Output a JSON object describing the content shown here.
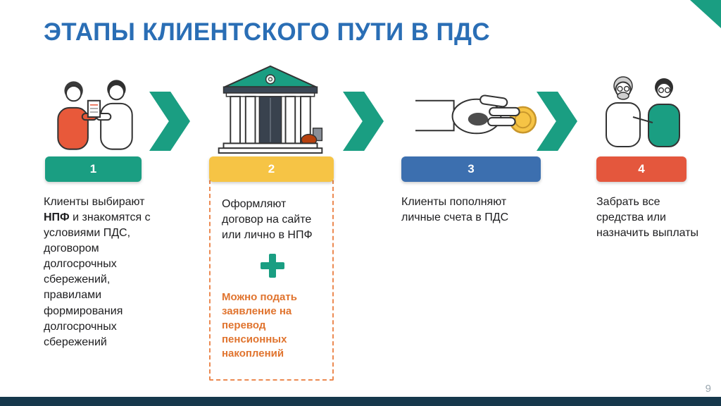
{
  "slide": {
    "title": "ЭТАПЫ КЛИЕНТСКОГО ПУТИ В ПДС",
    "page_number": "9"
  },
  "colors": {
    "title_blue": "#2A6EB5",
    "teal": "#1A9E82",
    "yellow": "#F6C445",
    "blue": "#3C6FAF",
    "red_orange": "#E4573D",
    "note_orange": "#E0742F",
    "dashed_border": "#EC8A52",
    "footer": "#16384C"
  },
  "icons": {
    "stage1": "clients-couple-illustration",
    "stage2": "bank-building-illustration",
    "stage3": "hand-coin-illustration",
    "stage4": "elderly-couple-illustration",
    "between": "chevron-right-icon",
    "plus": "plus-icon",
    "corner": "corner-triangle-decoration"
  },
  "stages": [
    {
      "number": "1",
      "badge_color": "#1A9E82",
      "text_before": "Клиенты выбирают ",
      "text_bold": "НПФ",
      "text_after": " и знакомятся с условиями ПДС, договором долгосрочных сбережений, правилами формирования долгосрочных сбережений"
    },
    {
      "number": "2",
      "badge_color": "#F6C445",
      "text": "Оформляют договор на сайте или лично в НПФ",
      "note": "Можно подать заявление на перевод пенсионных накоплений"
    },
    {
      "number": "3",
      "badge_color": "#3C6FAF",
      "text": "Клиенты пополняют личные счета в ПДС"
    },
    {
      "number": "4",
      "badge_color": "#E4573D",
      "text": "Забрать все средства или назначить выплаты"
    }
  ]
}
